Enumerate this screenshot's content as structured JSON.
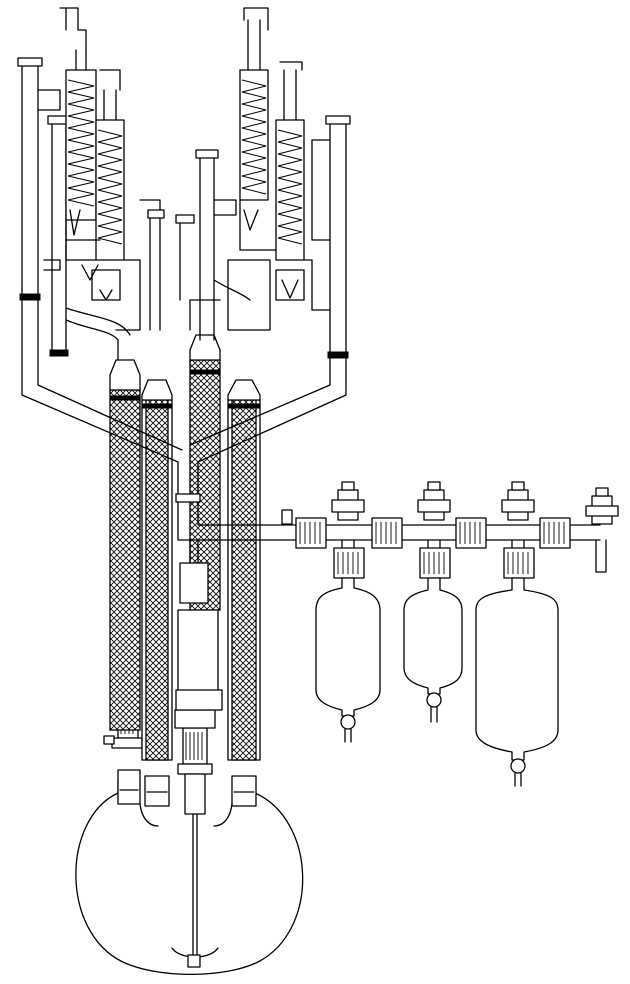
{
  "diagram": {
    "title": "",
    "labels": [],
    "components": {
      "reaction_flask": "round-bottom-flask",
      "stirrer": "mechanical-stirrer",
      "columns": [
        "packed-column-1",
        "packed-column-2",
        "packed-column-3",
        "packed-column-4"
      ],
      "distillation_heads": [
        "reflux-head-1",
        "reflux-head-2",
        "reflux-head-3",
        "reflux-head-4"
      ],
      "condensers": [
        "coil-condenser-1",
        "coil-condenser-2",
        "coil-condenser-3",
        "coil-condenser-4"
      ],
      "receivers": [
        "receiver-flask-1",
        "receiver-flask-2",
        "receiver-flask-3"
      ],
      "manifold": "valve-manifold"
    }
  }
}
